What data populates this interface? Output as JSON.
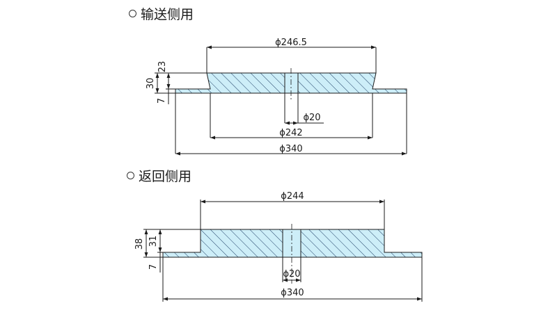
{
  "sections": [
    {
      "title": "输送侧用",
      "dims": {
        "outer_diameter": "ϕ340",
        "hub_top_diameter": "ϕ246.5",
        "hub_bottom_diameter": "ϕ242",
        "bore_diameter": "ϕ20",
        "total_height": "30",
        "hub_height": "23",
        "flange_thickness": "7"
      }
    },
    {
      "title": "返回侧用",
      "dims": {
        "outer_diameter": "ϕ340",
        "hub_diameter": "ϕ244",
        "bore_diameter": "ϕ20",
        "total_height": "38",
        "hub_height": "31",
        "flange_thickness": "7"
      }
    }
  ],
  "colors": {
    "section_fill": "#cdeef8",
    "hatch": "#1f3f66",
    "line": "#1a1a1a"
  }
}
